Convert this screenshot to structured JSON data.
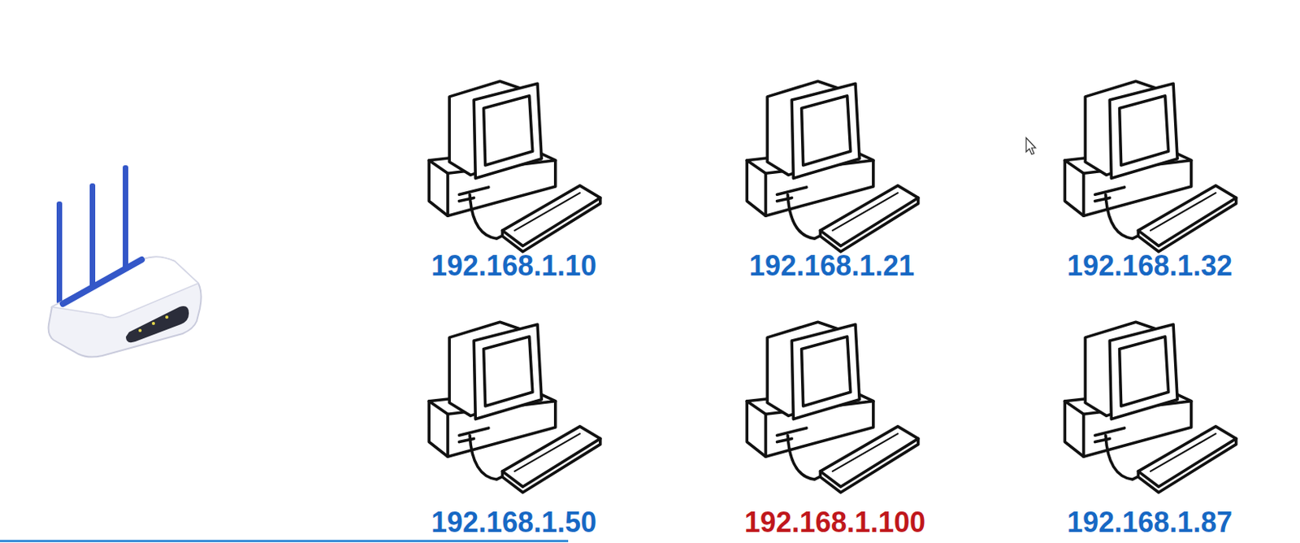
{
  "diagram": {
    "labels": [
      "192.168.1.10",
      "192.168.1.21",
      "192.168.1.32",
      "192.168.1.50",
      "192.168.1.100",
      "192.168.1.87"
    ]
  }
}
